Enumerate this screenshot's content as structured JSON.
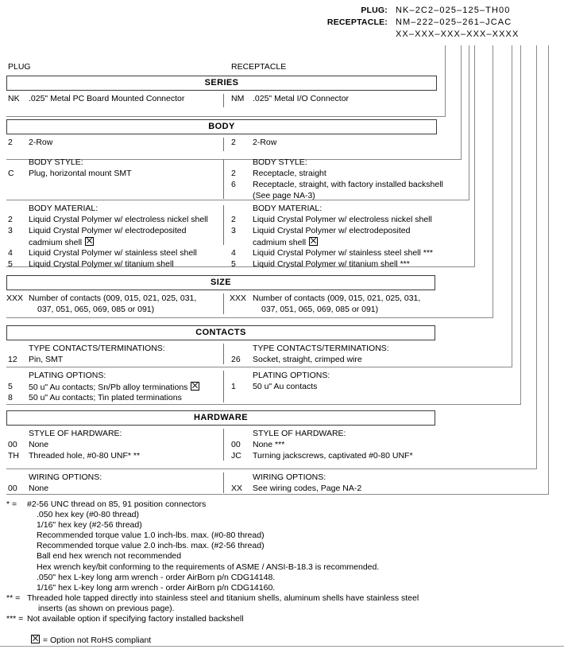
{
  "part_number": {
    "rows": [
      {
        "label": "PLUG:",
        "value": "NK–2C2–025–125–TH00"
      },
      {
        "label": "RECEPTACLE:",
        "value": "NM–222–025–261–JCAC"
      },
      {
        "label": "",
        "value": "XX–XXX–XXX–XXX–XXXX"
      }
    ]
  },
  "columns": {
    "left": "PLUG",
    "right": "RECEPTACLE"
  },
  "sections": [
    {
      "title": "SERIES",
      "groups": [
        {
          "left": {
            "header": "",
            "options": [
              {
                "code": "NK",
                "text": ".025\" Metal PC Board Mounted Connector"
              }
            ]
          },
          "right": {
            "header": "",
            "options": [
              {
                "code": "NM",
                "text": ".025\" Metal I/O Connector"
              }
            ]
          }
        }
      ]
    },
    {
      "title": "BODY",
      "groups": [
        {
          "left": {
            "header": "",
            "options": [
              {
                "code": "2",
                "text": "2-Row"
              }
            ]
          },
          "right": {
            "header": "",
            "options": [
              {
                "code": "2",
                "text": "2-Row"
              }
            ]
          }
        },
        {
          "left": {
            "header": "BODY STYLE:",
            "options": [
              {
                "code": "C",
                "text": "Plug, horizontal mount SMT"
              }
            ]
          },
          "right": {
            "header": "BODY STYLE:",
            "options": [
              {
                "code": "2",
                "text": "Receptacle, straight"
              },
              {
                "code": "6",
                "text": "Receptacle, straight, with factory installed backshell"
              },
              {
                "code": "",
                "text": "(See page NA-3)"
              }
            ]
          }
        },
        {
          "left": {
            "header": "BODY MATERIAL:",
            "options": [
              {
                "code": "2",
                "text": "Liquid Crystal Polymer w/ electroless nickel shell"
              },
              {
                "code": "3",
                "text": "Liquid Crystal Polymer w/ electrodeposited"
              },
              {
                "code": "",
                "text": "cadmium shell",
                "rohs": true
              },
              {
                "code": "4",
                "text": "Liquid Crystal Polymer w/ stainless steel shell"
              },
              {
                "code": "5",
                "text": "Liquid Crystal Polymer w/ titanium shell"
              }
            ]
          },
          "right": {
            "header": "BODY MATERIAL:",
            "options": [
              {
                "code": "2",
                "text": "Liquid Crystal Polymer w/ electroless nickel shell"
              },
              {
                "code": "3",
                "text": "Liquid Crystal Polymer w/ electrodeposited"
              },
              {
                "code": "",
                "text": "cadmium shell",
                "rohs": true
              },
              {
                "code": "4",
                "text": "Liquid Crystal Polymer w/ stainless steel shell ***"
              },
              {
                "code": "5",
                "text": "Liquid Crystal Polymer w/ titanium shell ***"
              }
            ]
          }
        }
      ]
    },
    {
      "title": "SIZE",
      "groups": [
        {
          "left": {
            "header": "",
            "options": [
              {
                "code": "XXX",
                "text": "Number of contacts (009, 015, 021, 025, 031,"
              },
              {
                "code": "",
                "text": "037, 051, 065, 069, 085 or 091)"
              }
            ]
          },
          "right": {
            "header": "",
            "options": [
              {
                "code": "XXX",
                "text": "Number of contacts (009, 015, 021, 025, 031,"
              },
              {
                "code": "",
                "text": "037, 051, 065, 069, 085 or 091)"
              }
            ]
          }
        }
      ]
    },
    {
      "title": "CONTACTS",
      "groups": [
        {
          "left": {
            "header": "TYPE CONTACTS/TERMINATIONS:",
            "options": [
              {
                "code": "12",
                "text": "Pin, SMT"
              }
            ]
          },
          "right": {
            "header": "TYPE CONTACTS/TERMINATIONS:",
            "options": [
              {
                "code": "26",
                "text": "Socket, straight, crimped wire"
              }
            ]
          }
        },
        {
          "left": {
            "header": "PLATING OPTIONS:",
            "options": [
              {
                "code": "5",
                "text": "50 u\" Au contacts; Sn/Pb alloy terminations",
                "rohs": true
              },
              {
                "code": "8",
                "text": "50 u\" Au contacts; Tin plated terminations"
              }
            ]
          },
          "right": {
            "header": "PLATING OPTIONS:",
            "options": [
              {
                "code": "1",
                "text": "50 u\" Au contacts"
              }
            ]
          }
        }
      ]
    },
    {
      "title": "HARDWARE",
      "groups": [
        {
          "left": {
            "header": "STYLE OF HARDWARE:",
            "options": [
              {
                "code": "00",
                "text": "None"
              },
              {
                "code": "TH",
                "text": "Threaded hole, #0-80 UNF*  **"
              }
            ]
          },
          "right": {
            "header": "STYLE OF HARDWARE:",
            "options": [
              {
                "code": "00",
                "text": "None  ***"
              },
              {
                "code": "JC",
                "text": "Turning jackscrews, captivated #0-80 UNF*"
              }
            ]
          }
        },
        {
          "left": {
            "header": "WIRING OPTIONS:",
            "options": [
              {
                "code": "00",
                "text": "None"
              }
            ]
          },
          "right": {
            "header": "WIRING OPTIONS:",
            "options": [
              {
                "code": "XX",
                "text": "See wiring codes, Page NA-2"
              }
            ]
          }
        }
      ]
    }
  ],
  "footnotes": [
    {
      "mark": "* =",
      "text": "#2-56 UNC thread on 85, 91 position connectors",
      "indent": 0
    },
    {
      "mark": "",
      "text": ".050 hex key (#0-80 thread)",
      "indent": 1
    },
    {
      "mark": "",
      "text": "1/16\" hex key (#2-56 thread)",
      "indent": 1
    },
    {
      "mark": "",
      "text": "Recommended torque value 1.0 inch-lbs. max. (#0-80 thread)",
      "indent": 1
    },
    {
      "mark": "",
      "text": "Recommended torque value 2.0 inch-lbs. max. (#2-56 thread)",
      "indent": 1
    },
    {
      "mark": "",
      "text": "Ball end hex wrench not recommended",
      "indent": 1
    },
    {
      "mark": "",
      "text": "Hex wrench key/bit conforming to the requirements of ASME / ANSI-B-18.3 is recommended.",
      "indent": 1
    },
    {
      "mark": "",
      "text": ".050\" hex L-key long arm wrench - order AirBorn p/n CDG14148.",
      "indent": 1
    },
    {
      "mark": "",
      "text": "1/16\" hex L-key long arm wrench - order AirBorn p/n CDG14160.",
      "indent": 1
    },
    {
      "mark": "** =",
      "text": "Threaded hole tapped directly into stainless steel and titanium shells, aluminum shells have stainless steel",
      "indent": 0
    },
    {
      "mark": "",
      "text": "inserts (as shown on previous page).",
      "indent": 2
    },
    {
      "mark": "*** =",
      "text": "Not available option if specifying factory installed backshell",
      "indent": 0
    }
  ],
  "rohs_legend": "= Option not RoHS compliant"
}
